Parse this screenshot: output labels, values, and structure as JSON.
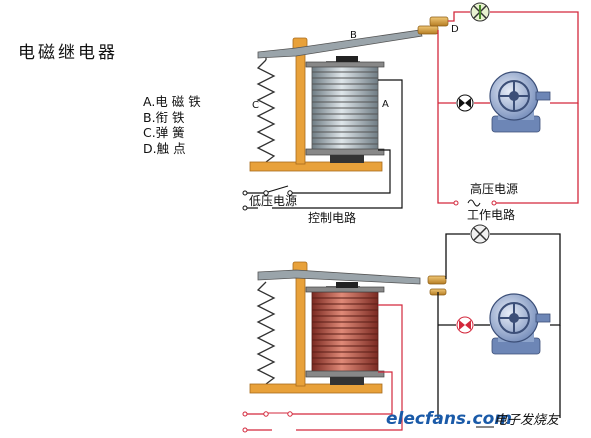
{
  "title": "电磁继电器",
  "legend": [
    "A.电 磁 铁",
    "B.衔 铁",
    "C.弹 簧",
    "D.触 点"
  ],
  "diagram": {
    "part_labels": {
      "a": "A",
      "b": "B",
      "c": "C",
      "d": "D"
    },
    "low_voltage_source": "低压电源",
    "control_circuit": "控制电路",
    "high_voltage_source": "高压电源",
    "work_circuit": "工作电路"
  },
  "watermark": {
    "site": "elecfans.com",
    "cn": "电子发烧友"
  },
  "colors": {
    "base_orange": "#e8a13a",
    "red_wire": "#d3283c",
    "black_wire": "#111111",
    "coil_grey": "#b8c2c8",
    "coil_red": "#c04b3e",
    "motor_blue": "#8da4cc",
    "brand_blue": "#1a5aa8",
    "brand_red": "#e1261c"
  }
}
